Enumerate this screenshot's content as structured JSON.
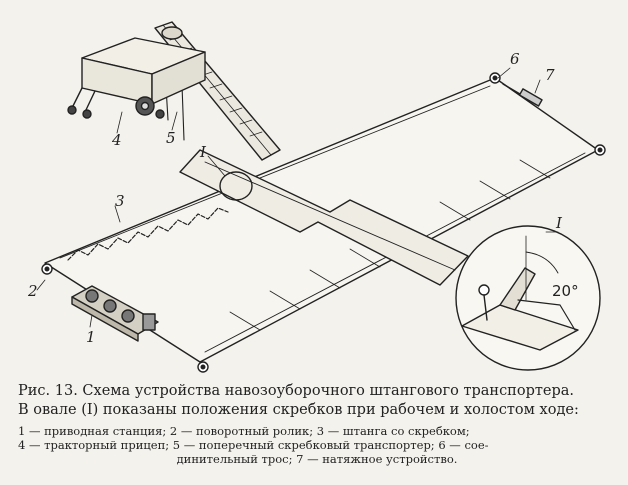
{
  "labels": {
    "l1_station": "1",
    "l2_roller": "2",
    "l3_rod": "3",
    "l4_trailer": "4",
    "l5_transverse": "5",
    "l6_rope": "6",
    "l7_tension": "7",
    "oval_marker": "I",
    "inset_marker": "I",
    "angle": "20°"
  },
  "caption": {
    "title_line1": "Рис. 13. Схема устройства навозоуборочного штангового транспортера.",
    "title_line2": "В овале (I) показаны положения скребков при рабочем и холостом ходе:",
    "legend_line1": "1 — приводная станция; 2 — поворотный ролик; 3 — штанга со скребком;",
    "legend_line2": "4 — тракторный прицеп; 5 — поперечный скребковый транспортер; 6 — сое-",
    "legend_line3": "динительный трос; 7 — натяжное устройство."
  }
}
